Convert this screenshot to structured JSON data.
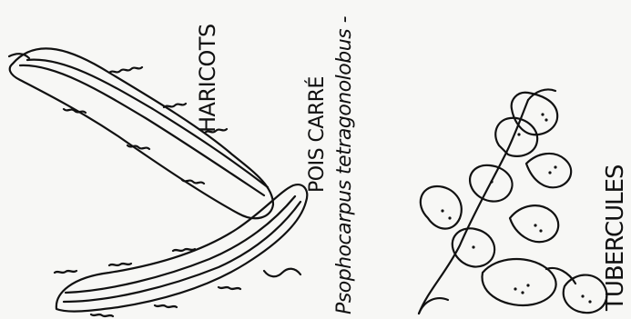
{
  "labels": {
    "haricots": "HARICOTS",
    "pois_carre": "POIS CARRÉ",
    "scientific_name": "Psophocarpus tetragonolobus -",
    "tubercules": "TUBERCULES"
  },
  "illustrations": [
    "bean-pods",
    "root-tubers"
  ]
}
